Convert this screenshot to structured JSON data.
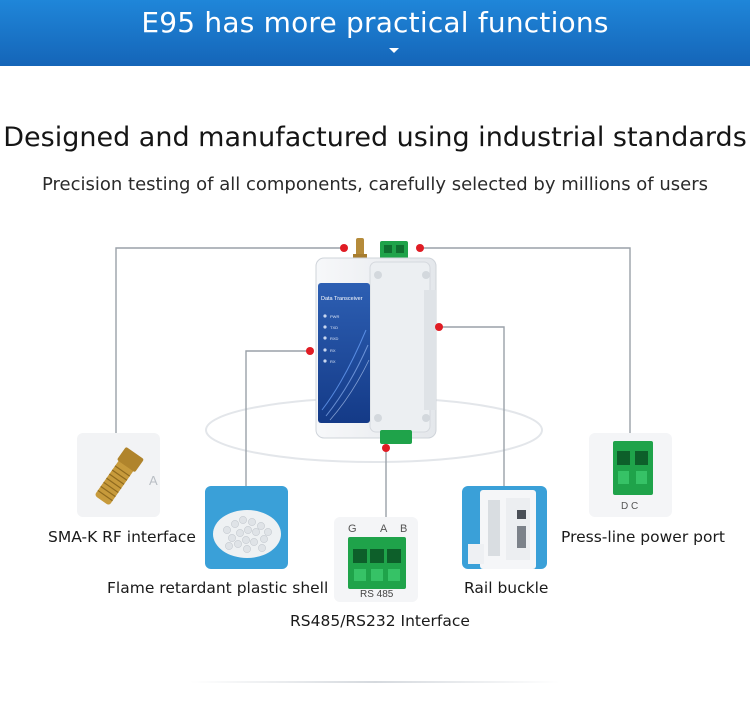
{
  "banner": {
    "title": "E95 has more practical functions"
  },
  "headline": "Designed and manufactured using industrial standards",
  "subline": "Precision testing of all components, carefully selected by millions of users",
  "device": {
    "panel_title": "Data Transceiver",
    "leds": [
      "PWR",
      "TXD",
      "RXD",
      "RX",
      "RX"
    ]
  },
  "features": {
    "sma": "SMA-K RF interface",
    "shell": "Flame retardant plastic shell",
    "rs485": "RS485/RS232 Interface",
    "rail": "Rail buckle",
    "power": "Press-line power port"
  },
  "thumb_text": {
    "sma_mark": "A",
    "rs485_pins": [
      "G",
      "A",
      "B"
    ],
    "rs485_mark": "RS 485",
    "power_mark": "D C"
  },
  "colors": {
    "banner": "#1565b8",
    "marker": "#e01c24",
    "terminal": "#1fa34a"
  }
}
